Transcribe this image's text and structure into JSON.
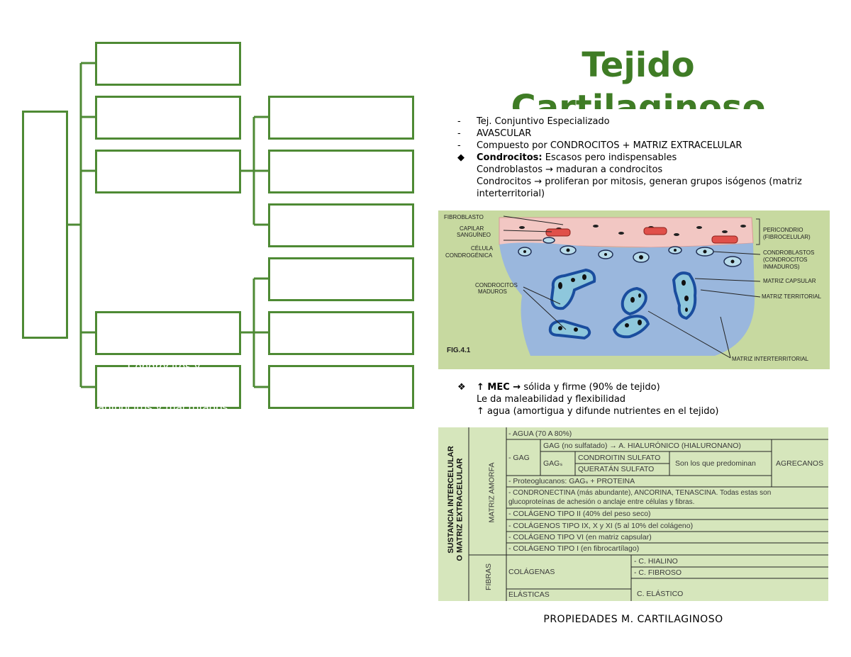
{
  "title": "Tejido Cartilaginoso",
  "diagram_ghost": {
    "line1": "Condrocitos y",
    "line2": "adipocitos y macrofagos"
  },
  "notes": {
    "items": [
      {
        "bullet": "-",
        "bold": "",
        "text": "Tej. Conjuntivo Especializado"
      },
      {
        "bullet": "-",
        "bold": "",
        "text": "AVASCULAR"
      },
      {
        "bullet": "-",
        "bold": "",
        "text": "Compuesto por CONDROCITOS + MATRIZ EXTRACELULAR"
      },
      {
        "bullet": "◆",
        "bold": "Condrocitos:",
        "text": " Escasos pero indispensables"
      },
      {
        "bullet": "",
        "bold": "",
        "text": "Condroblastos → maduran a condrocitos"
      },
      {
        "bullet": "",
        "bold": "",
        "text": "Condrocitos → proliferan por mitosis, generan grupos isógenos (matriz interterritorial)"
      }
    ]
  },
  "figure": {
    "label": "FIG.4.1",
    "labels_left": [
      "FIBROBLASTO",
      "CAPILAR",
      "SANGUÍNEO",
      "CÉLULA",
      "CONDROGÉNICA",
      "CONDROCITOS",
      "MADUROS"
    ],
    "labels_right": [
      "PERICONDRIO",
      "(FIBROCELULAR)",
      "CONDROBLASTOS",
      "(CONDROCITOS",
      "INMADUROS)",
      "MATRIZ CAPSULAR",
      "MATRIZ TERRITORIAL",
      "MATRIZ INTERTERRITORIAL"
    ]
  },
  "mec": {
    "line1_bullet": "❖",
    "line1_bold": "↑ MEC →",
    "line1_text": " sólida y firme (90% de tejido)",
    "line2": "Le da maleabilidad y flexibilidad",
    "line3": "↑ agua (amortigua y difunde nutrientes en el tejido)"
  },
  "table": {
    "side1": "SUSTANCIA INTERCELULAR",
    "side2": "O MATRIZ EXTRACELULAR",
    "matriz_amorfa": "MATRIZ AMORFA",
    "fibras": "FIBRAS",
    "agua": "- AGUA (70 A 80%)",
    "gag": "- GAG",
    "gag_no_sulf": "GAG (no sulfatado) → A. HIALURÓNICO (HIALURONANO)",
    "gag_s": "GAGₛ",
    "condroitin": "CONDROITIN SULFATO",
    "queratan": "QUERATÁN SULFATO",
    "predominan": "Son los que predominan",
    "agrecanos": "AGRECANOS",
    "proteoglucanos": "- Proteoglucanos: GAGₛ + PROTEINA",
    "condronectina1": "- CONDRONECTINA (más abundante), ANCORINA, TENASCINA. Todas estas son",
    "condronectina2": "glucoproteínas de achesión o anclaje entre células y fibras.",
    "col2": "- COLÁGENO TIPO II (40% del peso seco)",
    "col9": "- COLÁGENOS TIPO IX, X y XI (5 al 10% del colágeno)",
    "col6": "- COLÁGENO TIPO VI (en matriz capsular)",
    "col1": "- COLÁGENO TIPO I (en fibrocartílago)",
    "colagenas": "COLÁGENAS",
    "elasticas": "ELÁSTICAS",
    "hialino": "- C. HIALINO",
    "fibroso": "- C. FIBROSO",
    "elastico": "C. ELÁSTICO"
  },
  "caption": "PROPIEDADES M. CARTILAGINOSO"
}
